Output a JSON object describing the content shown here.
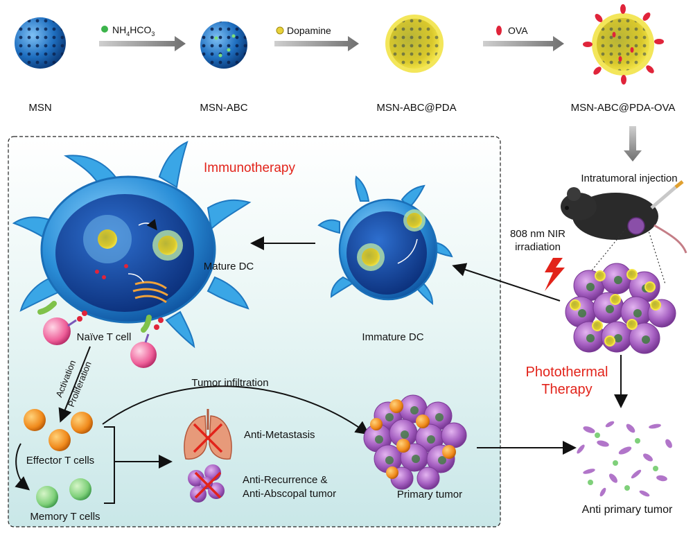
{
  "colors": {
    "accent_red": "#e2231a",
    "msn_blue": "#1f6fc0",
    "pda_yellow": "#e8d23a",
    "ova_red": "#e0243a",
    "tumor_purple": "#9a4fb0",
    "bg_teal": "#d7eeee"
  },
  "synthesis": {
    "step1": {
      "reagent_main": "NH",
      "reagent_sub1": "4",
      "reagent_mid": "HCO",
      "reagent_sub2": "3",
      "dot_color": "#3cb44b"
    },
    "step2": {
      "reagent": "Dopamine",
      "dot_color": "#e8d23a"
    },
    "step3": {
      "reagent": "OVA",
      "dot_color": "#e0243a"
    },
    "particles": [
      "MSN",
      "MSN-ABC",
      "MSN-ABC@PDA",
      "MSN-ABC@PDA-OVA"
    ]
  },
  "injection": {
    "label": "Intratumoral injection",
    "nir_line1": "808 nm NIR",
    "nir_line2": "irradiation"
  },
  "immunotherapy": {
    "title": "Immunotherapy",
    "mature_dc": "Mature DC",
    "immature_dc": "Immature DC",
    "naive_t": "Naïve T cell",
    "activation": "Activation",
    "proliferation": "Proliferation",
    "effector_t": "Effector T cells",
    "memory_t": "Memory T cells",
    "tumor_infiltration": "Tumor infiltration",
    "anti_metastasis": "Anti-Metastasis",
    "anti_recurrence_1": "Anti-Recurrence &",
    "anti_recurrence_2": "Anti-Abscopal tumor",
    "primary_tumor": "Primary tumor"
  },
  "photothermal": {
    "line1": "Photothermal",
    "line2": "Therapy",
    "result": "Anti primary tumor"
  }
}
